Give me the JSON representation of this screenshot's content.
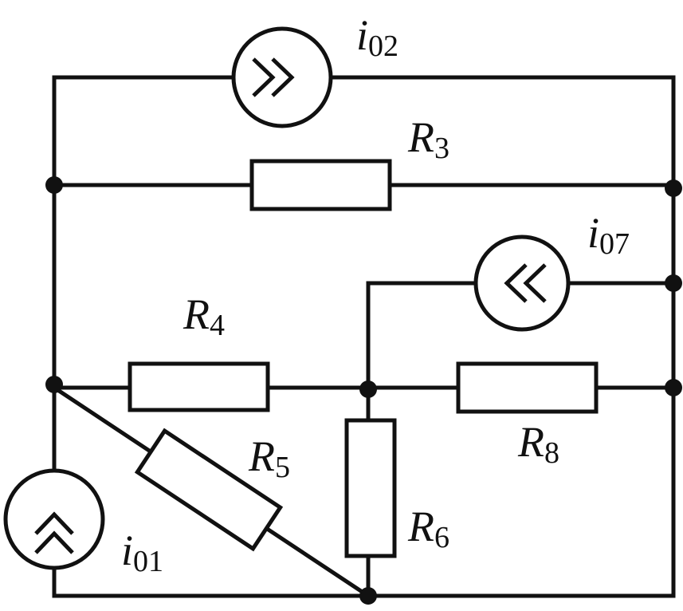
{
  "diagram": {
    "type": "electrical circuit schematic",
    "colors": {
      "line": "#111111",
      "background": "#ffffff"
    },
    "labels": {
      "i02": {
        "symbol": "i",
        "subscript": "02"
      },
      "R3": {
        "symbol": "R",
        "subscript": "3"
      },
      "i07": {
        "symbol": "i",
        "subscript": "07"
      },
      "R4": {
        "symbol": "R",
        "subscript": "4"
      },
      "R5": {
        "symbol": "R",
        "subscript": "5"
      },
      "R8": {
        "symbol": "R",
        "subscript": "8"
      },
      "R6": {
        "symbol": "R",
        "subscript": "6"
      },
      "i01": {
        "symbol": "i",
        "subscript": "01"
      }
    }
  }
}
